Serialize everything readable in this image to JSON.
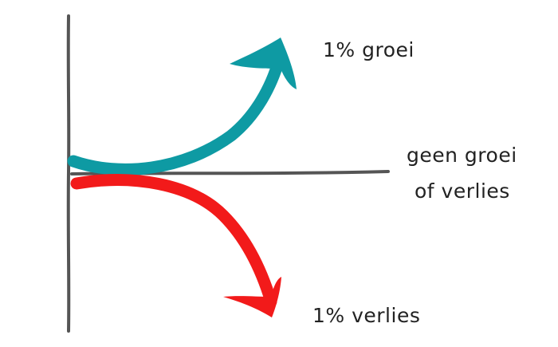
{
  "labels": {
    "growth": "1% groei",
    "baseline_line1": "geen groei",
    "baseline_line2": "of verlies",
    "loss": "1% verlies"
  },
  "colors": {
    "axis": "#555555",
    "growth": "#0e9aa3",
    "loss": "#f21a1a",
    "text": "#222222"
  }
}
